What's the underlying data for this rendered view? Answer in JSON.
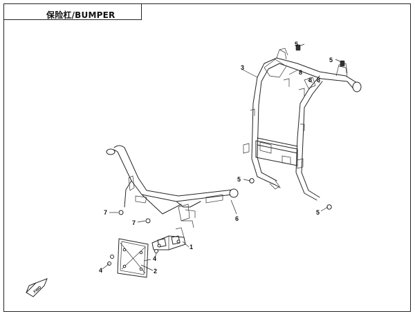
{
  "header": {
    "title": "保险杠/BUMPER"
  },
  "callouts": [
    {
      "id": "c1",
      "label": "1"
    },
    {
      "id": "c2",
      "label": "2"
    },
    {
      "id": "c3",
      "label": "3"
    },
    {
      "id": "c4a",
      "label": "4"
    },
    {
      "id": "c4b",
      "label": "4"
    },
    {
      "id": "c5a",
      "label": "5"
    },
    {
      "id": "c5b",
      "label": "5"
    },
    {
      "id": "c5c",
      "label": "5"
    },
    {
      "id": "c5d",
      "label": "5"
    },
    {
      "id": "c6",
      "label": "6"
    },
    {
      "id": "c7a",
      "label": "7"
    },
    {
      "id": "c7b",
      "label": "7"
    },
    {
      "id": "c8a",
      "label": "8"
    },
    {
      "id": "c8b",
      "label": "8"
    },
    {
      "id": "c8c",
      "label": "8"
    }
  ],
  "fwd_arrow": {
    "label": "FWD"
  }
}
